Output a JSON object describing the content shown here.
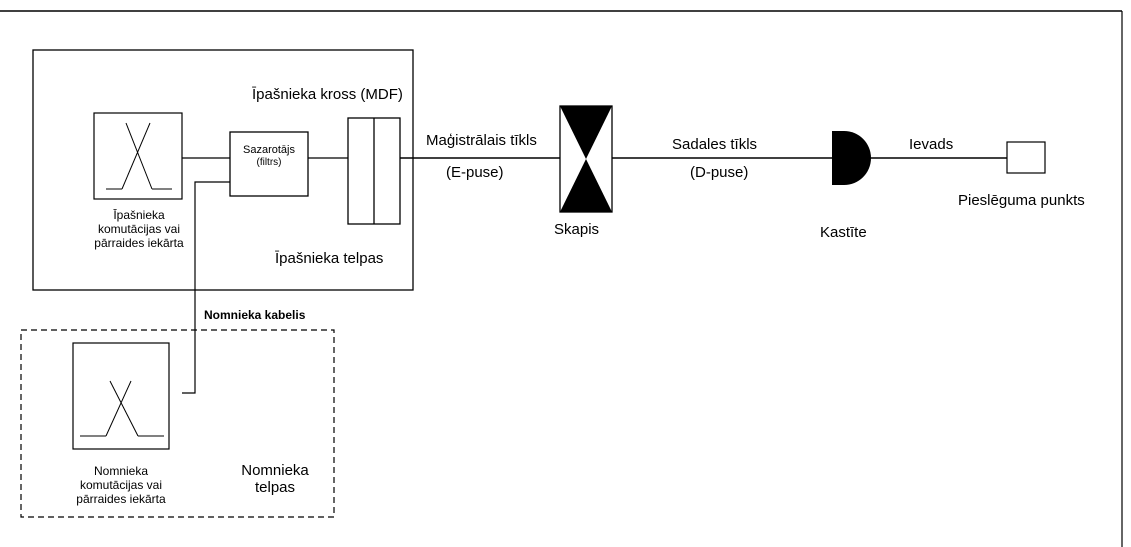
{
  "owner_premises": {
    "mdf_label": "Īpašnieka kross (MDF)",
    "premises_label": "Īpašnieka telpas",
    "equipment_label": [
      "Īpašnieka",
      "komutācijas vai",
      "pārraides iekārta"
    ],
    "splitter_label": [
      "Sazarotājs",
      "(filtrs)"
    ]
  },
  "tenant": {
    "cable_label": "Nomnieka kabelis",
    "equipment_label": [
      "Nomnieka",
      "komutācijas vai",
      "pārraides iekārta"
    ],
    "premises_label": [
      "Nomnieka",
      "telpas"
    ]
  },
  "network": {
    "trunk_label": "Maģistrālais tīkls",
    "trunk_side": "(E-puse)",
    "cabinet_label": "Skapis",
    "distribution_label": "Sadales tīkls",
    "distribution_side": "(D-puse)",
    "box_label": "Kastīte",
    "drop_label": "Ievads",
    "connection_point_label": "Pieslēguma punkts"
  }
}
